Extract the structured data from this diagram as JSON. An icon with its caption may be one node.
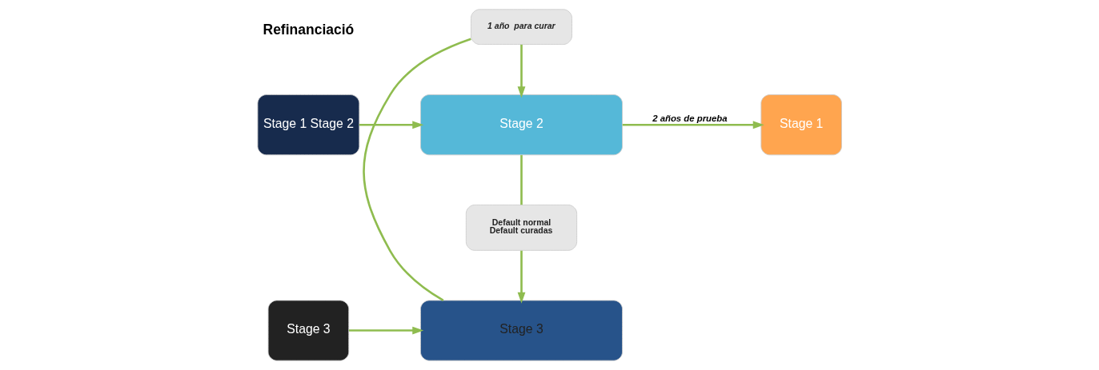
{
  "diagram": {
    "nodes": [
      {
        "text": [
          "Stage 1 Stage 2"
        ]
      },
      {
        "text": [
          "Stage 2"
        ]
      },
      {
        "text": [
          "Stage 1"
        ]
      },
      {
        "text": [
          "Default normal",
          "Default curadas"
        ]
      },
      {
        "text": [
          "1 año  para curar"
        ]
      },
      {
        "text": [
          "Stage 3"
        ]
      },
      {
        "text": [
          "Stage 3"
        ]
      }
    ],
    "edges": [
      {
        "from": 0,
        "to": 1,
        "arrow": "to"
      },
      {
        "from": 1,
        "to": 2,
        "arrow": "to",
        "label": "2 años de prueba"
      },
      {
        "from": 1,
        "to": 3,
        "arrow": "none"
      },
      {
        "from": 3,
        "to": 6,
        "arrow": "to"
      },
      {
        "from": 6,
        "to": 4,
        "arrow": "none"
      },
      {
        "from": 4,
        "to": 1,
        "arrow": "to"
      },
      {
        "from": 5,
        "to": 6,
        "arrow": "to"
      }
    ],
    "labels": [
      "Refinanciació"
    ]
  }
}
